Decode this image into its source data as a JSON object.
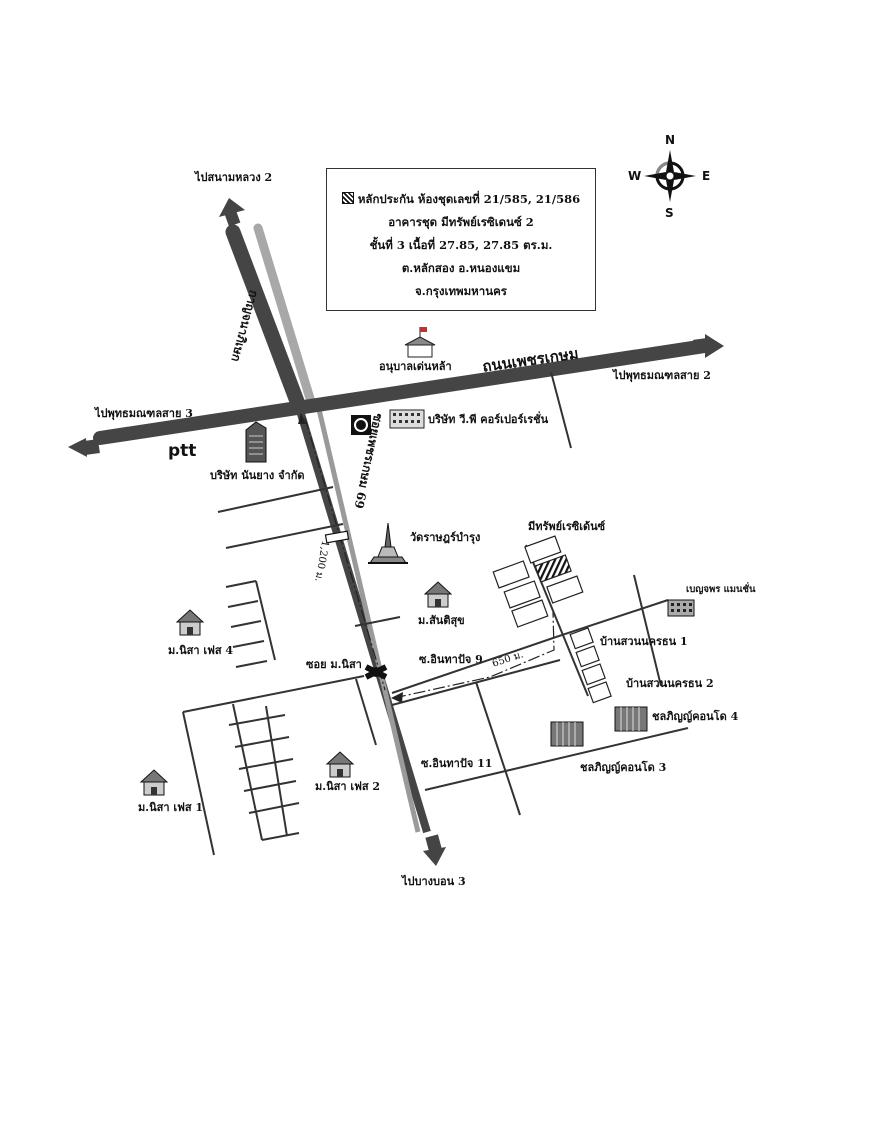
{
  "legend": {
    "line1": "หลักประกัน ห้องชุดเลขที่ 21/585, 21/586",
    "line2": "อาคารชุด มีทรัพย์เรซิเดนซ์ 2",
    "line3": "ชั้นที่  3  เนื้อที่ 27.85, 27.85 ตร.ม.",
    "line4": "ต.หลักสอง  อ.หนองแขม",
    "line5": "จ.กรุงเทพมหานคร"
  },
  "compass": {
    "n": "N",
    "s": "S",
    "e": "E",
    "w": "W"
  },
  "roads": {
    "main": "ถนนเพชรเกษม",
    "kanchana": "กาญจนาภิเษก",
    "phetkasem69": "ซอยเพชรเกษม 69",
    "soi_nisa": "ซอย ม.นิสา",
    "inthanon9": "ซ.อินทาปัจ 9",
    "inthanon11": "ซ.อินทาปัจ 11",
    "dist1200": "1,200 ม.",
    "dist650": "650 ม."
  },
  "directions": {
    "north": "ไปสนามหลวง 2",
    "west": "ไปพุทธมณฑลสาย 3",
    "east": "ไปพุทธมณฑลสาย 2",
    "south": "ไปบางบอน 3"
  },
  "places": {
    "kindergarten": "อนุบาลเด่นหล้า",
    "vp": "บริษัท วี.พี คอร์เปอร์เรชั่น",
    "ptt": "ptt",
    "nanyang": "บริษัท นันยาง จำกัด",
    "wat": "วัดราษฎร์บำรุง",
    "meesap": "มีทรัพย์เรซิเด้นซ์",
    "benjaporn": "เบญจพร แมนชั่น",
    "santisuk": "ม.สันติสุข",
    "suan1": "บ้านสวนนครธน 1",
    "suan2": "บ้านสวนนครธน 2",
    "nisa4": "ม.นิสา เฟส 4",
    "nisa2": "ม.นิสา เฟส 2",
    "nisa1": "ม.นิสา เฟส 1",
    "condo4": "ชลภิญญ์คอนโด 4",
    "condo3": "ชลภิญญ์คอนโด 3"
  },
  "colors": {
    "road_dark": "#444444",
    "road_light": "#9a9a9a",
    "ink": "#111111"
  },
  "icons": [
    "north-arrow-compass-icon",
    "house-icon",
    "building-icon",
    "temple-icon",
    "school-icon",
    "ptt-logo-icon",
    "bank-logo-icon",
    "intersection-icon"
  ]
}
